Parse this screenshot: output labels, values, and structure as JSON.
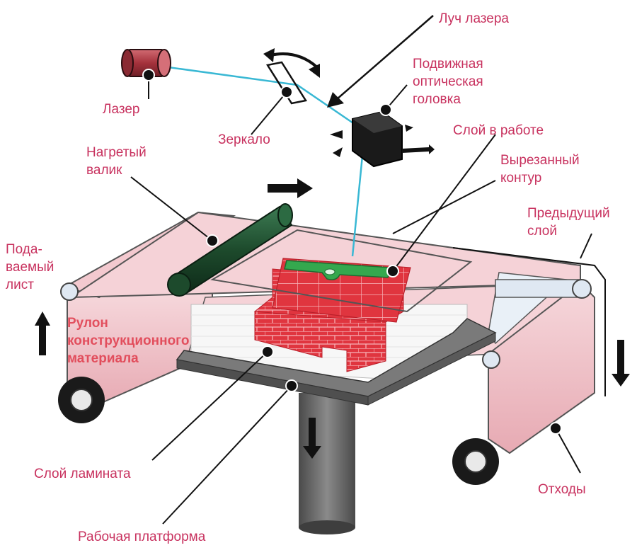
{
  "labels": {
    "laser_beam": "Луч лазера",
    "laser": "Лазер",
    "mirror": "Зеркало",
    "optic_head_1": "Подвижная",
    "optic_head_2": "оптическая",
    "optic_head_3": "головка",
    "layer_in_work": "Слой в работе",
    "cut_contour_1": "Вырезанный",
    "cut_contour_2": "контур",
    "heated_roller_1": "Нагретый",
    "heated_roller_2": "валик",
    "previous_layer_1": "Предыдущий",
    "previous_layer_2": "слой",
    "fed_sheet_1": "Пода-",
    "fed_sheet_2": "ваемый",
    "fed_sheet_3": "лист",
    "material_roll_1": "Рулон",
    "material_roll_2": "конструкционного",
    "material_roll_3": "материала",
    "laminate_layer": "Слой ламината",
    "waste": "Отходы",
    "work_platform": "Рабочая платформа"
  },
  "colors": {
    "label": "#c8325f",
    "film": "#f0c6cc",
    "film_edge": "#555555",
    "roller_dark": "#1d4a2c",
    "laser_body": "#a5323c",
    "beam": "#39b8d4",
    "part": "#e0353f",
    "contour": "#35a84e",
    "platform": "#707070",
    "pillar": "#6a6a6a"
  }
}
